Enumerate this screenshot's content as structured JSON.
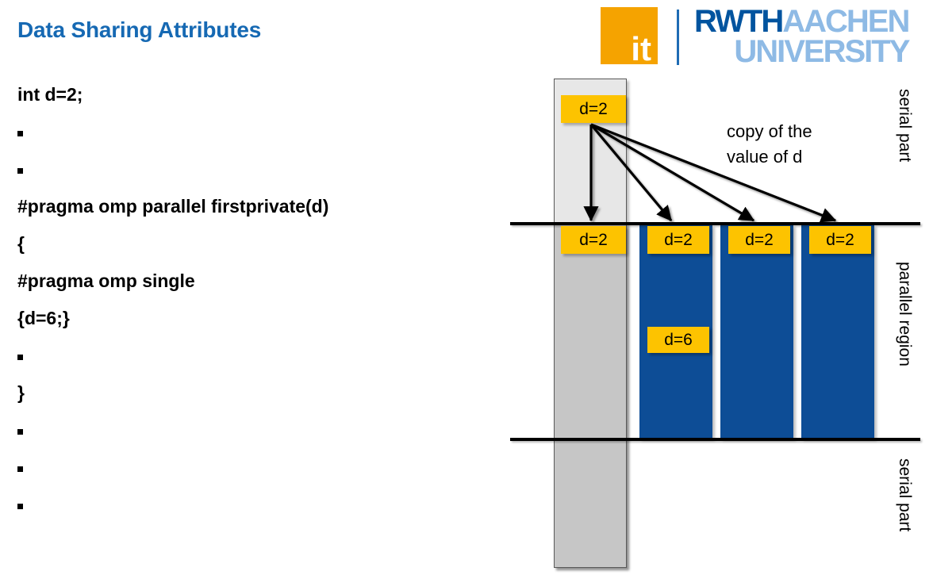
{
  "slide": {
    "title": "Data Sharing Attributes",
    "code_lines": [
      {
        "kind": "text",
        "text": "int d=2;"
      },
      {
        "kind": "bullet",
        "text": ""
      },
      {
        "kind": "bullet",
        "text": ""
      },
      {
        "kind": "text",
        "text": "#pragma omp parallel firstprivate(d)"
      },
      {
        "kind": "text",
        "text": "{"
      },
      {
        "kind": "text",
        "text": "#pragma omp single"
      },
      {
        "kind": "text",
        "text": "{d=6;}"
      },
      {
        "kind": "bullet",
        "text": ""
      },
      {
        "kind": "text",
        "text": "}"
      },
      {
        "kind": "bullet",
        "text": ""
      },
      {
        "kind": "bullet",
        "text": ""
      },
      {
        "kind": "bullet",
        "text": ""
      }
    ]
  },
  "logo": {
    "institute": "it",
    "name_bold": "RWTH",
    "name_light": "AACHEN",
    "name_line2": "UNIVERSITY"
  },
  "diagram": {
    "annotation": "copy of the\nvalue of d",
    "annotation_line1": "copy of the",
    "annotation_line2": "value of d",
    "region_labels": {
      "serial_top": "serial part",
      "parallel": "parallel region",
      "serial_bottom": "serial part"
    },
    "value_boxes": {
      "master_serial": "d=2",
      "master_parallel": "d=2",
      "thread1": "d=2",
      "thread2": "d=2",
      "thread3": "d=2",
      "single_update": "d=6"
    }
  },
  "colors": {
    "title_blue": "#1669b3",
    "bar_blue": "#0d4d96",
    "value_box_yellow": "#fdc300",
    "logo_orange": "#f5a300",
    "logo_dark_blue": "#00549f",
    "logo_light_blue": "#8ebae5",
    "master_column_gray": "#e7e7e7",
    "master_column_gray_lower": "#c6c6c6"
  }
}
